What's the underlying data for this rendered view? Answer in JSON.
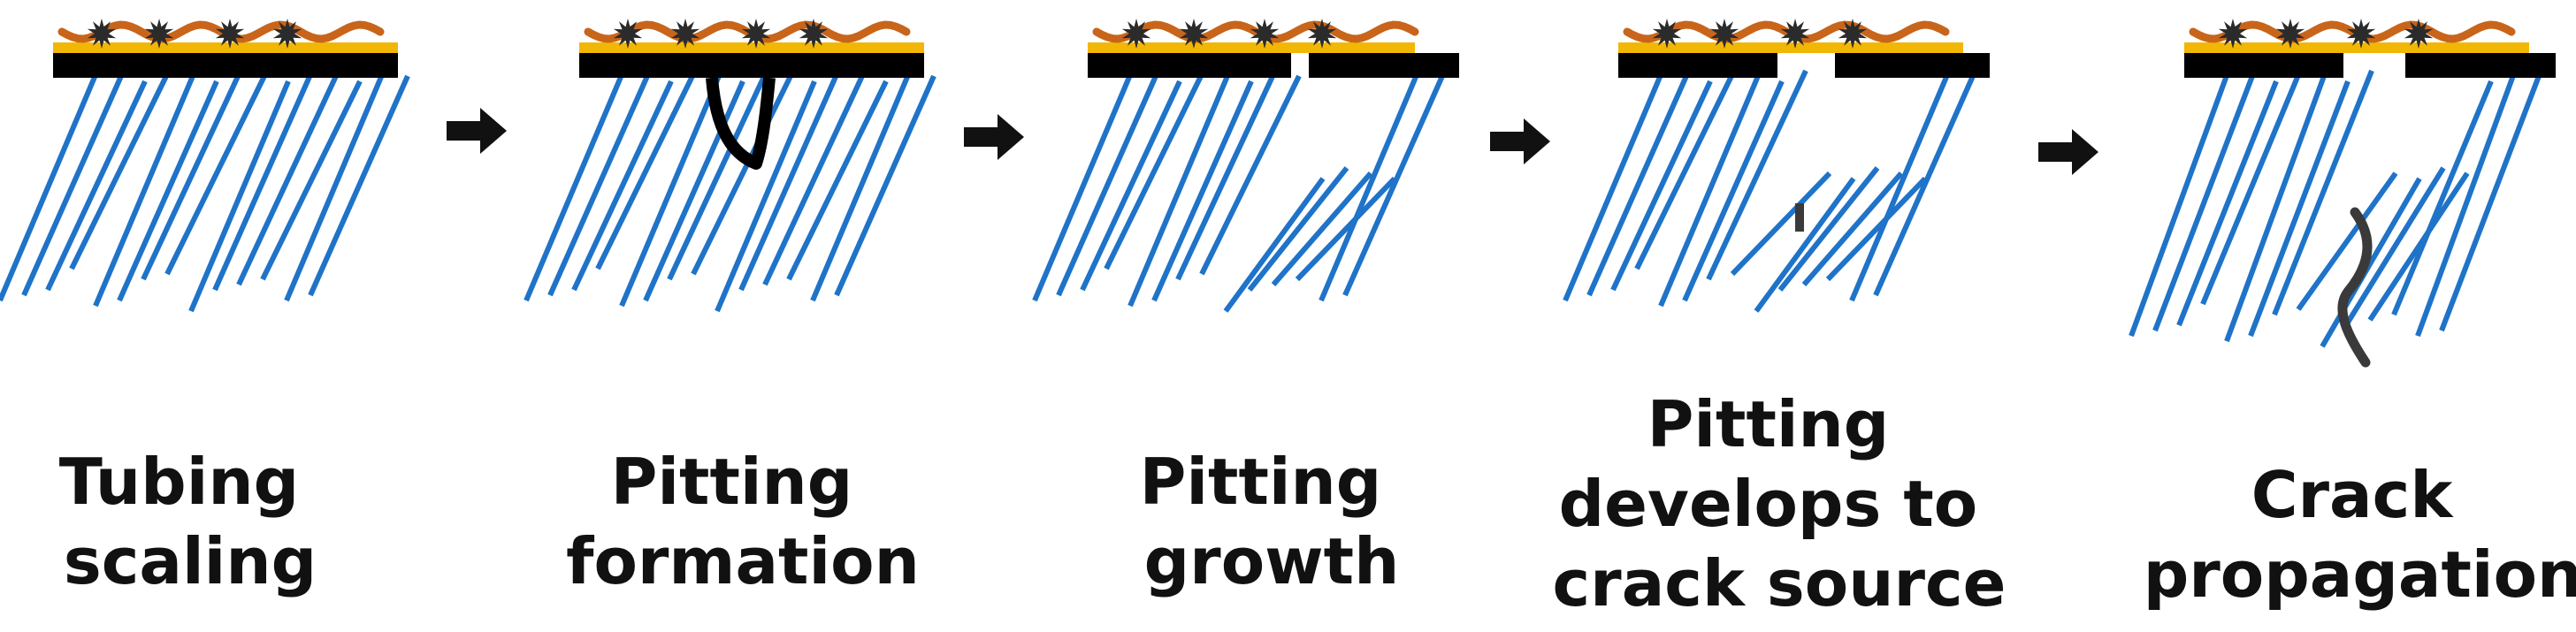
{
  "colors": {
    "background": "#ffffff",
    "steel_layer": "#000000",
    "scale_layer": "#f2b705",
    "organic_deposit": "#c8651b",
    "corrosion_particle": "#2b2b2b",
    "grain_lines": "#1f73c8",
    "crack": "#3a3a3a",
    "arrow": "#111111"
  },
  "stages": [
    {
      "id": "tubing-scaling",
      "lines": [
        "Tubing",
        "scaling"
      ]
    },
    {
      "id": "pitting-formation",
      "lines": [
        "Pitting",
        "formation"
      ]
    },
    {
      "id": "pitting-growth",
      "lines": [
        "Pitting",
        "growth"
      ]
    },
    {
      "id": "pitting-crack-source",
      "lines": [
        "Pitting",
        "develops to",
        "crack source"
      ]
    },
    {
      "id": "crack-propagation",
      "lines": [
        "Crack",
        "propagation"
      ]
    }
  ],
  "arrows": [
    "right-arrow-icon",
    "right-arrow-icon",
    "right-arrow-icon",
    "right-arrow-icon"
  ]
}
